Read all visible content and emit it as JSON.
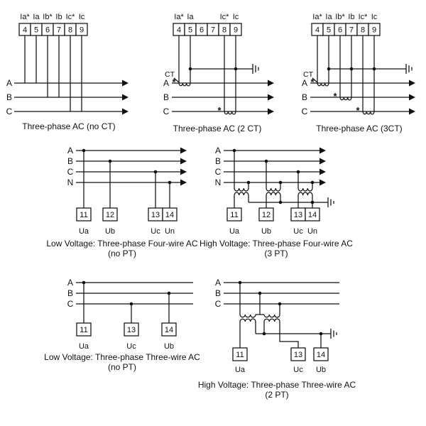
{
  "figure": {
    "background": "#ffffff",
    "line_color": "#111111"
  },
  "top_row": {
    "no_ct": {
      "caption": "Three-phase AC (no CT)",
      "terminal_labels": [
        "Ia*",
        "Ia",
        "Ib*",
        "Ib",
        "Ic*",
        "Ic"
      ],
      "terminal_numbers": [
        "4",
        "5",
        "6",
        "7",
        "8",
        "9"
      ],
      "phase_labels": [
        "A",
        "B",
        "C"
      ]
    },
    "two_ct": {
      "caption": "Three-phase AC (2 CT)",
      "terminal_labels": [
        "Ia*",
        "Ia",
        "Ic*",
        "Ic"
      ],
      "terminal_numbers": [
        "4",
        "5",
        "6",
        "7",
        "8",
        "9"
      ],
      "phase_labels": [
        "A",
        "B",
        "C"
      ],
      "ct_label": "CT",
      "polarity_mark": "*"
    },
    "three_ct": {
      "caption": "Three-phase AC (3CT)",
      "terminal_labels": [
        "Ia*",
        "Ia",
        "Ib*",
        "Ib",
        "Ic*",
        "Ic"
      ],
      "terminal_numbers": [
        "4",
        "5",
        "6",
        "7",
        "8",
        "9"
      ],
      "phase_labels": [
        "A",
        "B",
        "C"
      ],
      "ct_label": "CT",
      "polarity_mark": "*"
    }
  },
  "middle_row": {
    "lv_four_wire": {
      "caption_line1": "Low Voltage: Three-phase Four-wire AC",
      "caption_line2": "(no PT)",
      "terminal_numbers": [
        "11",
        "12",
        "13",
        "14"
      ],
      "voltage_labels": [
        "Ua",
        "Ub",
        "Uc",
        "Un"
      ],
      "phase_labels": [
        "A",
        "B",
        "C",
        "N"
      ]
    },
    "hv_four_wire": {
      "caption_line1": "High Voltage: Three-phase Four-wire AC",
      "caption_line2": "(3 PT)",
      "terminal_numbers": [
        "11",
        "12",
        "13",
        "14"
      ],
      "voltage_labels": [
        "Ua",
        "Ub",
        "Uc",
        "Un"
      ],
      "phase_labels": [
        "A",
        "B",
        "C",
        "N"
      ]
    }
  },
  "bottom_row": {
    "lv_three_wire": {
      "caption_line1": "Low Voltage: Three-phase Three-wire AC",
      "caption_line2": "(no PT)",
      "terminal_numbers": [
        "11",
        "13",
        "14"
      ],
      "voltage_labels": [
        "Ua",
        "Uc",
        "Ub"
      ],
      "phase_labels": [
        "A",
        "B",
        "C"
      ]
    },
    "hv_three_wire": {
      "caption_line1": "High Voltage: Three-phase Three-wire AC",
      "caption_line2": "(2 PT)",
      "terminal_numbers": [
        "11",
        "13",
        "14"
      ],
      "voltage_labels": [
        "Ua",
        "Uc",
        "Ub"
      ],
      "phase_labels": [
        "A",
        "B",
        "C"
      ]
    }
  }
}
